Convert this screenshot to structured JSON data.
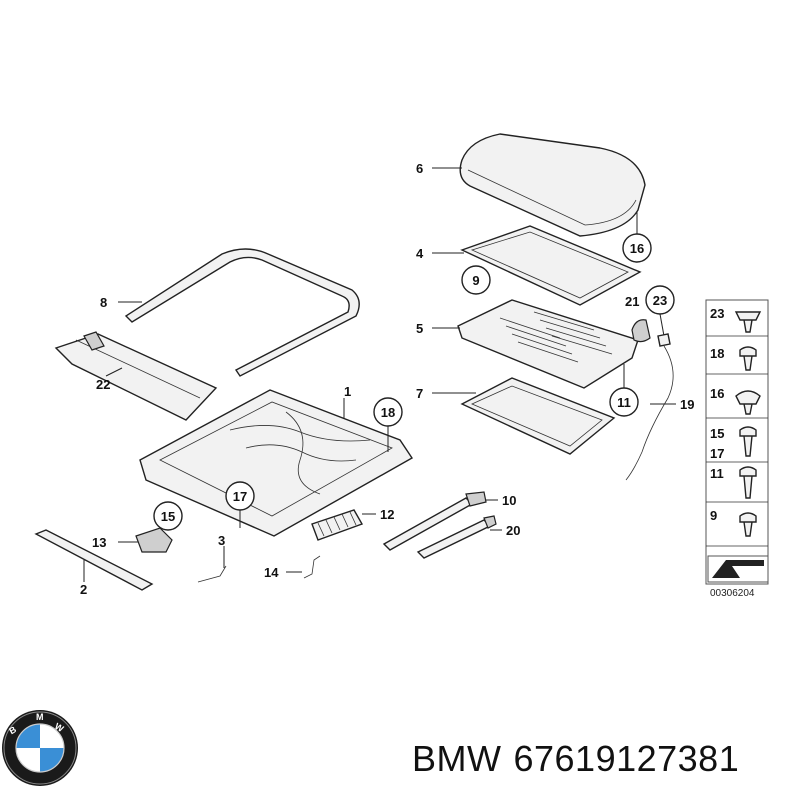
{
  "callouts": {
    "c1": "1",
    "c2": "2",
    "c3": "3",
    "c4": "4",
    "c5": "5",
    "c6": "6",
    "c7": "7",
    "c8": "8",
    "c9": "9",
    "c10": "10",
    "c11": "11",
    "c12": "12",
    "c13": "13",
    "c14": "14",
    "c15": "15",
    "c16": "16",
    "c17": "17",
    "c18": "18",
    "c19": "19",
    "c20": "20",
    "c21": "21",
    "c22": "22",
    "c23": "23"
  },
  "fastener_panel": {
    "rows": [
      "23",
      "18",
      "16",
      "15",
      "17",
      "11",
      "9"
    ]
  },
  "drawing_number": "00306204",
  "caption": {
    "brand": "BMW",
    "part_number": "67619127381"
  },
  "logo": {
    "text": "BMW",
    "colors": {
      "blue": "#3a8fd6",
      "white": "#ffffff",
      "ring": "#1a1a1a"
    }
  }
}
